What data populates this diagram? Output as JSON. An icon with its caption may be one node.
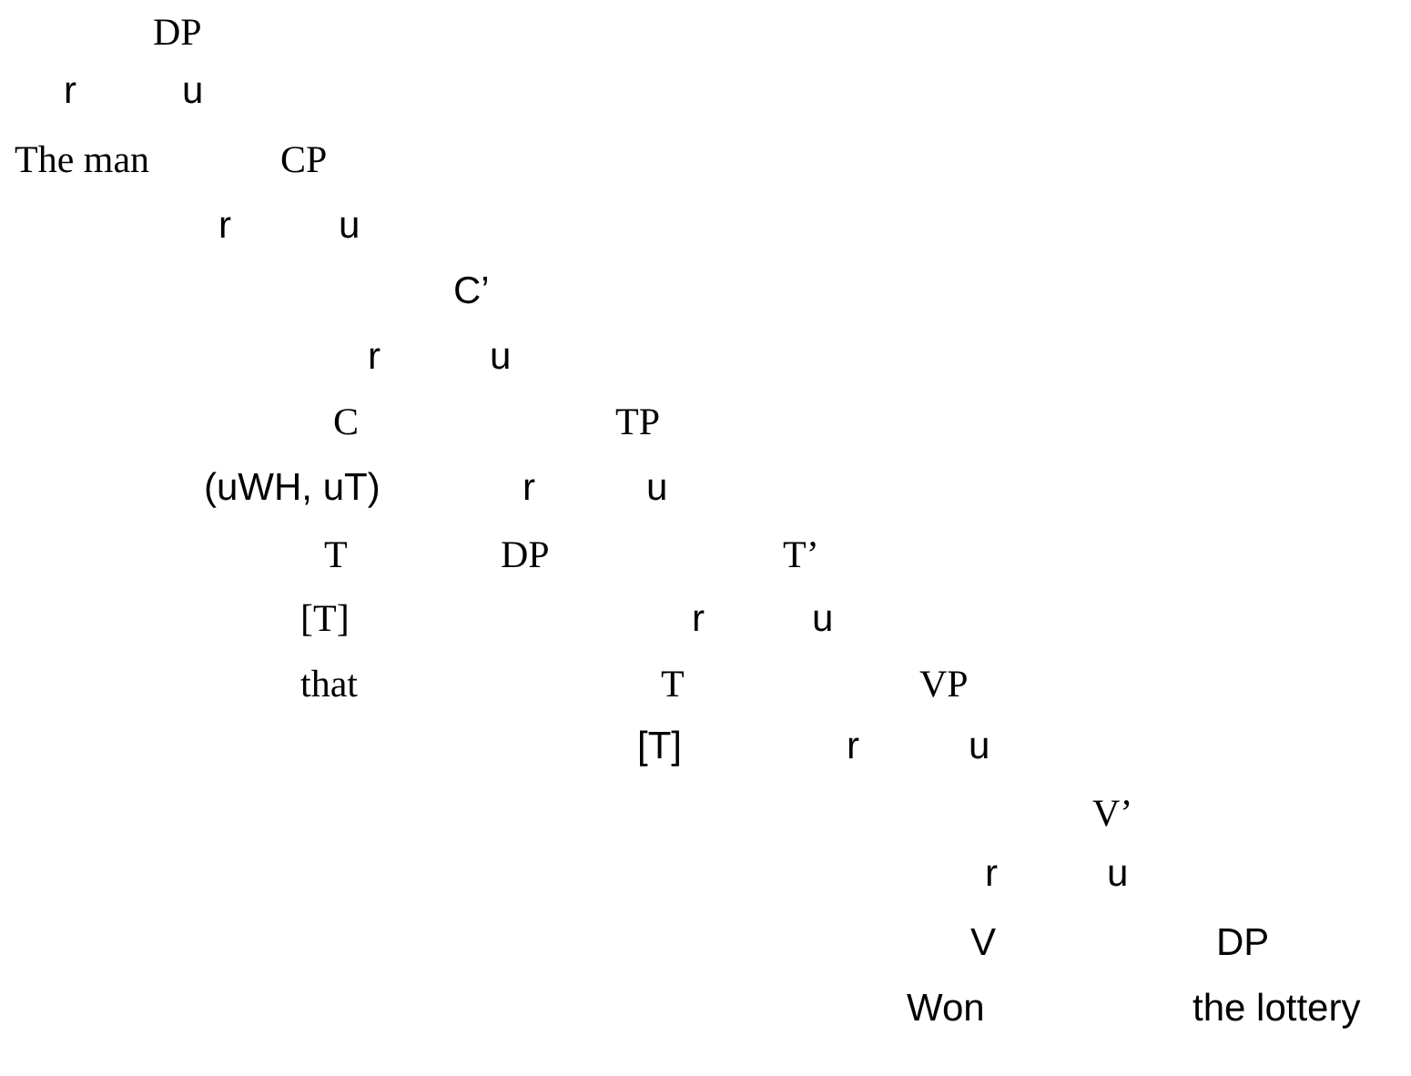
{
  "diagram": {
    "labels": [
      "DP",
      "r",
      "u",
      "The man",
      "CP",
      "r",
      "u",
      "C’",
      "r",
      "u",
      "C",
      "TP",
      "(uWH, uT)",
      "r",
      "u",
      "T",
      "DP",
      "T’",
      "[T]",
      "r",
      "u",
      "that",
      "T",
      "VP",
      "[T]",
      "r",
      "u",
      "V’",
      "r",
      "u",
      "V",
      "DP",
      "Won",
      "the lottery"
    ]
  }
}
